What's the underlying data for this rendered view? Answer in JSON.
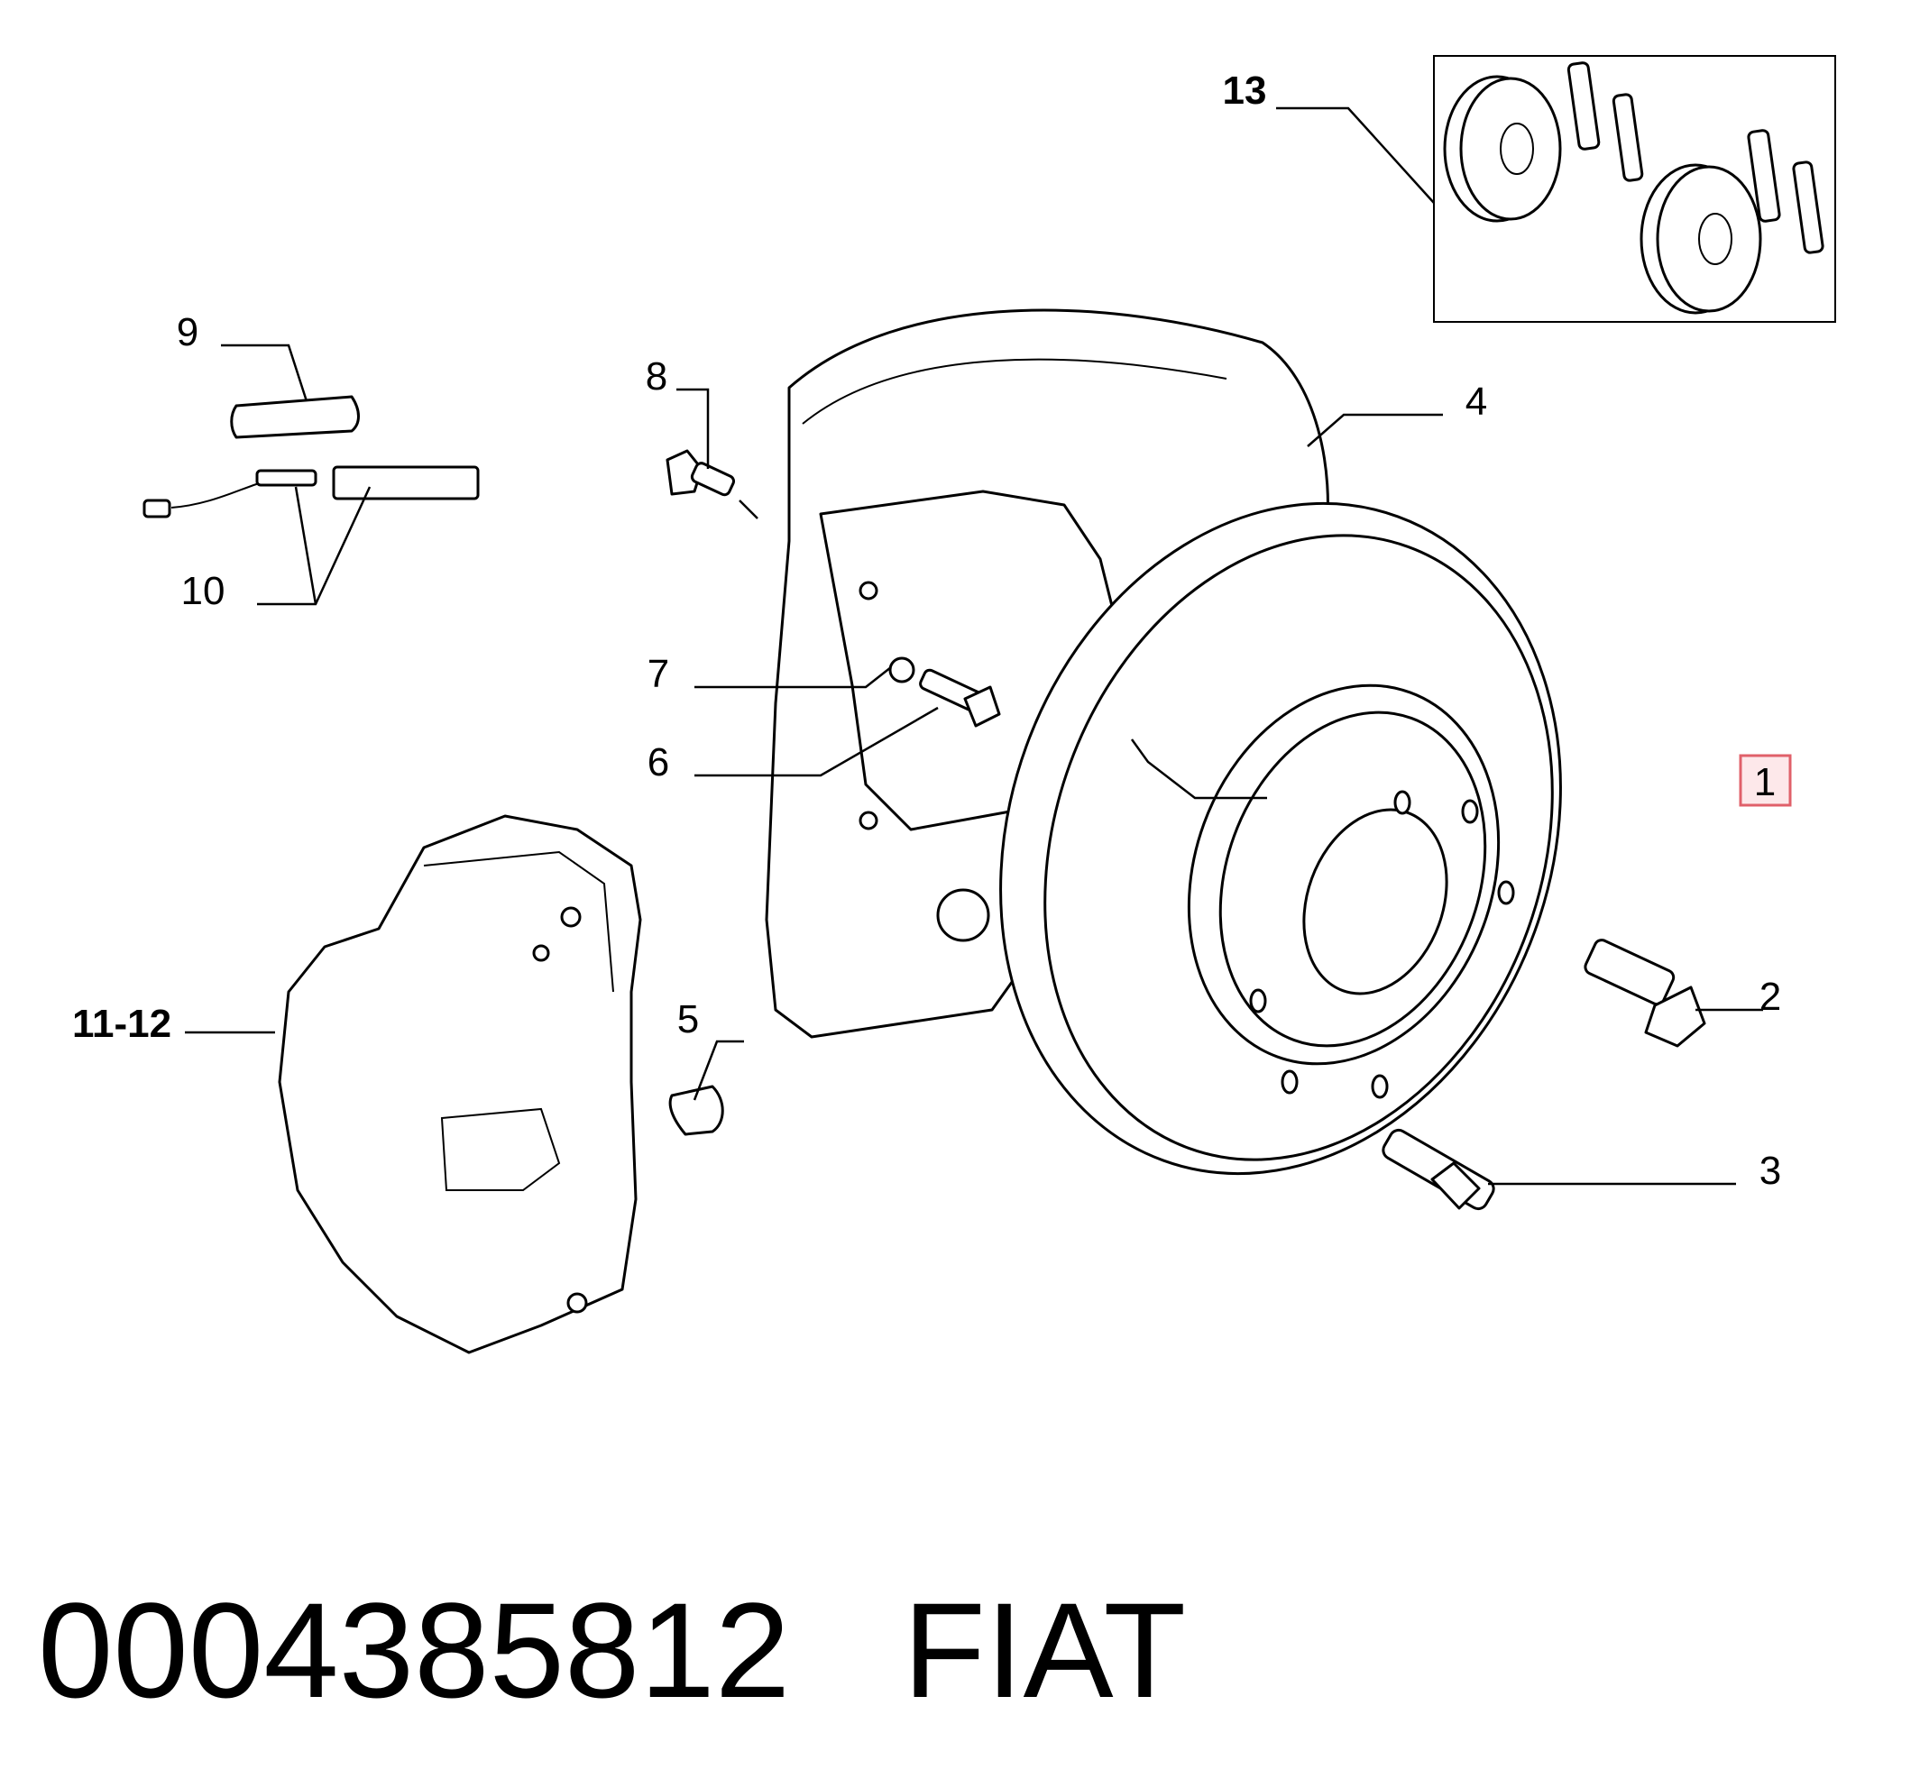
{
  "footer": {
    "part_number": "0004385812",
    "brand": "FIAT"
  },
  "callouts": [
    {
      "id": "1",
      "label": "1",
      "highlighted": true
    },
    {
      "id": "2",
      "label": "2"
    },
    {
      "id": "3",
      "label": "3"
    },
    {
      "id": "4",
      "label": "4"
    },
    {
      "id": "5",
      "label": "5"
    },
    {
      "id": "6",
      "label": "6"
    },
    {
      "id": "7",
      "label": "7"
    },
    {
      "id": "8",
      "label": "8"
    },
    {
      "id": "9",
      "label": "9"
    },
    {
      "id": "10",
      "label": "10"
    },
    {
      "id": "11-12",
      "label": "11-12"
    },
    {
      "id": "13",
      "label": "13"
    }
  ],
  "colors": {
    "line": "#000000",
    "background": "#ffffff",
    "highlight_border": "#e0606a",
    "highlight_fill": "#fde8ea"
  }
}
